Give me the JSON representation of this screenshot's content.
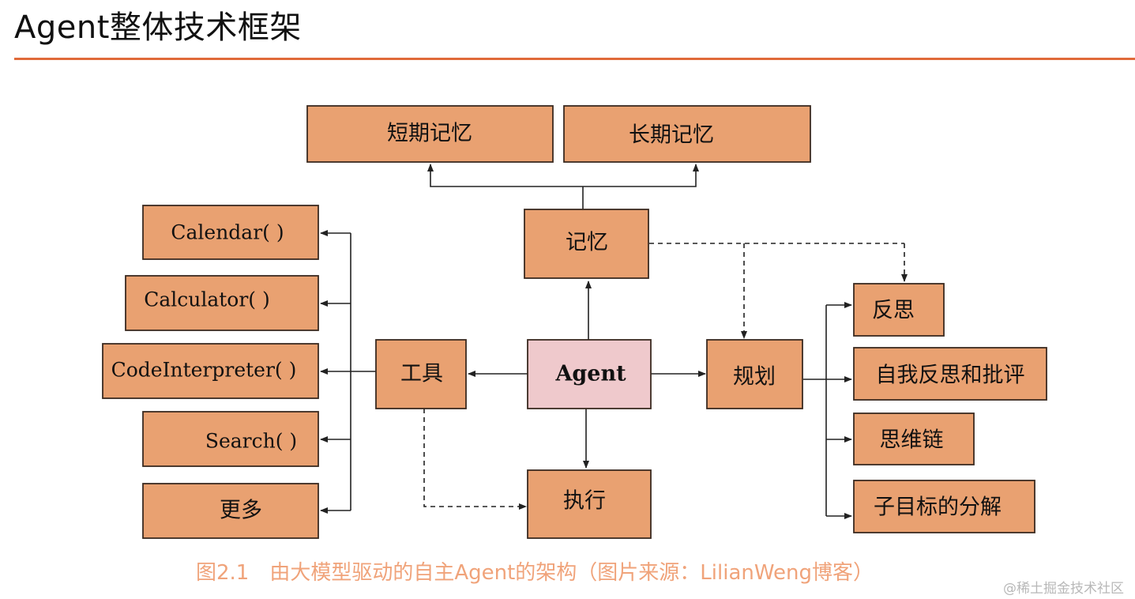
{
  "page": {
    "title": "Agent整体技术框架",
    "caption": "图2.1　由大模型驱动的自主Agent的架构（图片来源：LilianWeng博客）",
    "watermark": "@稀土掘金技术社区"
  },
  "colors": {
    "box_fill": "#e9a171",
    "center_fill": "#efc9cc",
    "accent_rule": "#e06a3a",
    "caption": "#f0a37a"
  },
  "nodes": {
    "short_memory": "短期记忆",
    "long_memory": "长期记忆",
    "memory": "记忆",
    "agent": "Agent",
    "tools": "工具",
    "planning": "规划",
    "action": "执行",
    "calendar": "Calendar( )",
    "calculator": "Calculator( )",
    "code_interpreter": "CodeInterpreter( )",
    "search": "Search( )",
    "more": "更多",
    "reflection": "反思",
    "self_critique": "自我反思和批评",
    "chain_of_thought": "思维链",
    "subgoal": "子目标的分解"
  }
}
